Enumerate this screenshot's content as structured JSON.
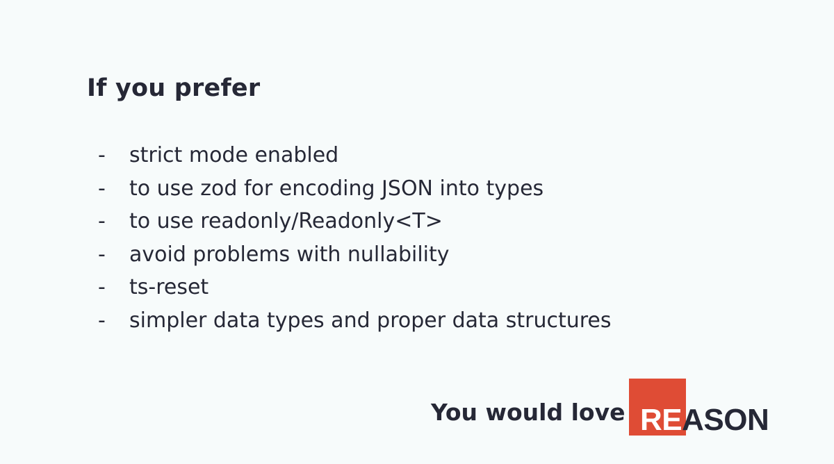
{
  "slide": {
    "heading": "If you prefer",
    "bullet_marker": "-",
    "bullets": [
      "strict mode enabled",
      "to use zod for encoding JSON into types",
      "to use readonly/Readonly<T>",
      "avoid problems with nullability",
      "ts-reset",
      "simpler data types and proper data structures"
    ],
    "footer_text": "You would love",
    "logo": {
      "text_on_red": "RE",
      "text_after_red": "ASON",
      "red_color": "#df4c35",
      "text_color": "#262836"
    },
    "background_color": "#f7fbfb"
  }
}
